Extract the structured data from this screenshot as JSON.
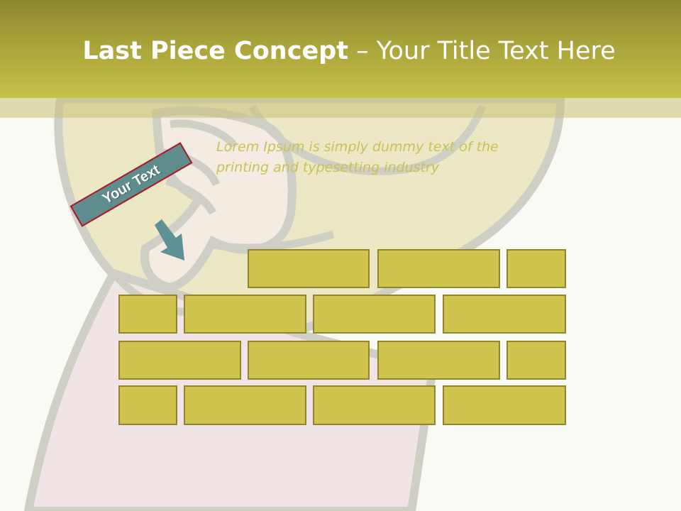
{
  "slide": {
    "title_bold": "Last Piece Concept",
    "title_rest": "– Your Title Text Here",
    "body_text": "Lorem Ipsum is simply dummy text of the printing and typesetting industry",
    "tag_label": "Your Text"
  },
  "colors": {
    "header": "#a9a33a",
    "brick_fill": "#cfc44e",
    "brick_border": "#8f8432",
    "tag_fill": "#5f8d8e",
    "tag_border": "#b0172a",
    "body_text": "#c9c254",
    "arrow": "#5f9297"
  },
  "icons": {
    "arrow": "down-right-arrow-icon",
    "background": "hand-holding-bulb-illustration"
  }
}
